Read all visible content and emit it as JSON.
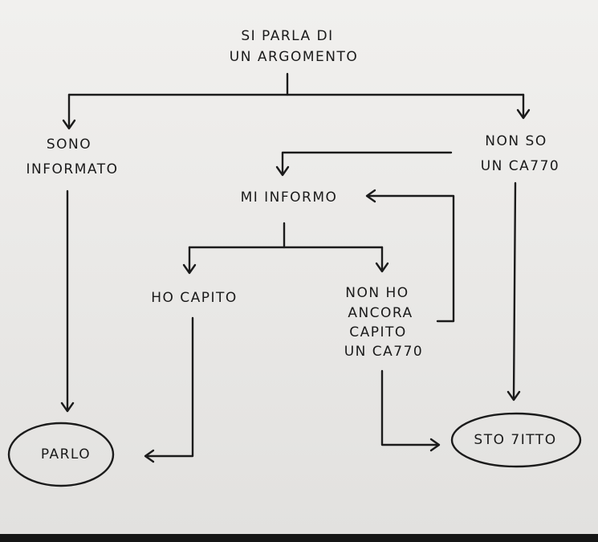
{
  "nodes": {
    "topic": {
      "line1": "SI PARLA DI",
      "line2": "UN ARGOMENTO"
    },
    "informed": {
      "line1": "SONO",
      "line2": "INFORMATO"
    },
    "dont_know": {
      "line1": "NON SO",
      "line2": "UN CA770"
    },
    "get_informed": {
      "label": "MI INFORMO"
    },
    "understood": {
      "label": "HO CAPITO"
    },
    "not_understood": {
      "line1": "NON HO",
      "line2": "ANCORA",
      "line3": "CAPITO",
      "line4": "UN CA770"
    },
    "speak": {
      "label": "PARLO"
    },
    "silent": {
      "label": "STO 7ITTO"
    }
  },
  "colors": {
    "ink": "#1b1b1b",
    "paper": "#ecebe9"
  }
}
